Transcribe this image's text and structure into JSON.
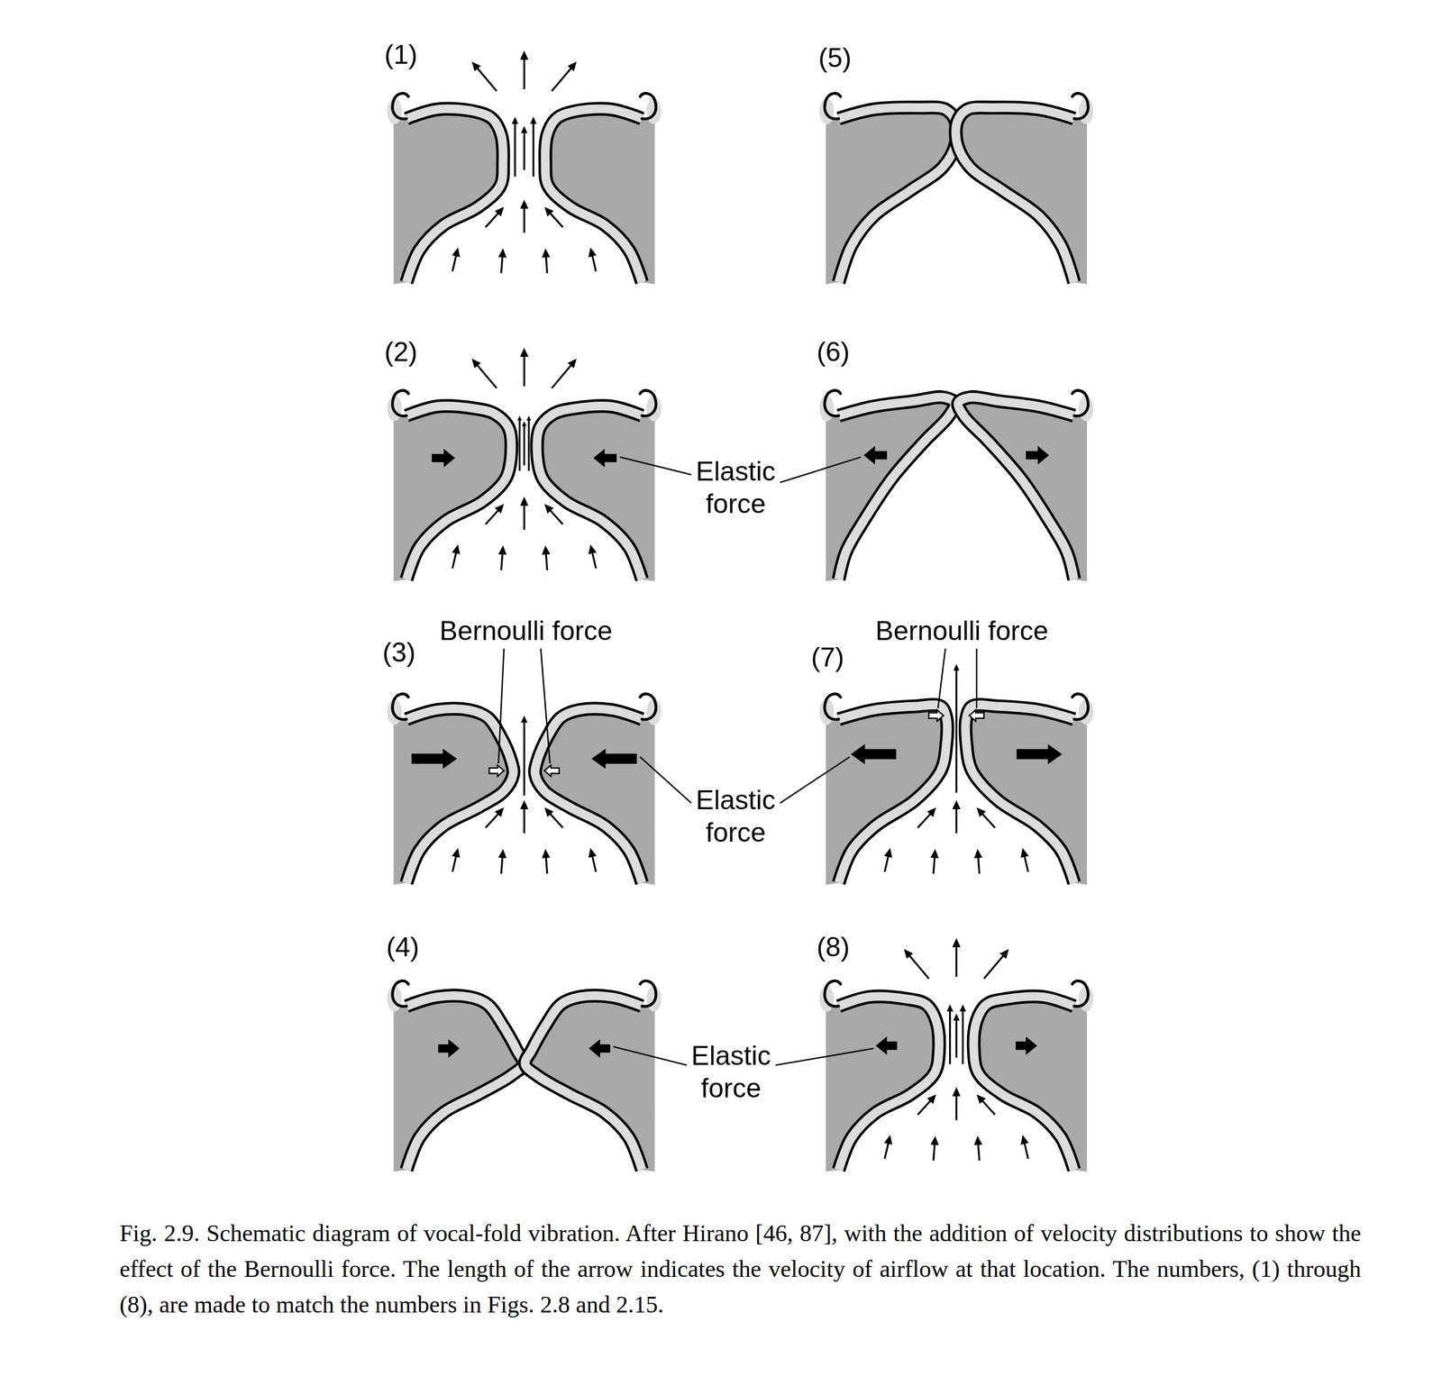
{
  "diagram": {
    "caption": "Fig. 2.9. Schematic diagram of vocal-fold vibration. After Hirano [46, 87], with the addition of velocity distributions to show the effect of the Bernoulli force. The length of the arrow indicates the velocity of airflow at that location. The numbers, (1) through (8), are made to match the numbers in Figs. 2.8 and 2.15.",
    "labels": [
      "(1)",
      "(5)",
      "(2)",
      "(6)",
      "Elastic force",
      "Bernoulli force",
      "Bernoulli force",
      "(3)",
      "(7)",
      "Elastic force",
      "(4)",
      "(8)",
      "Elastic force"
    ]
  }
}
